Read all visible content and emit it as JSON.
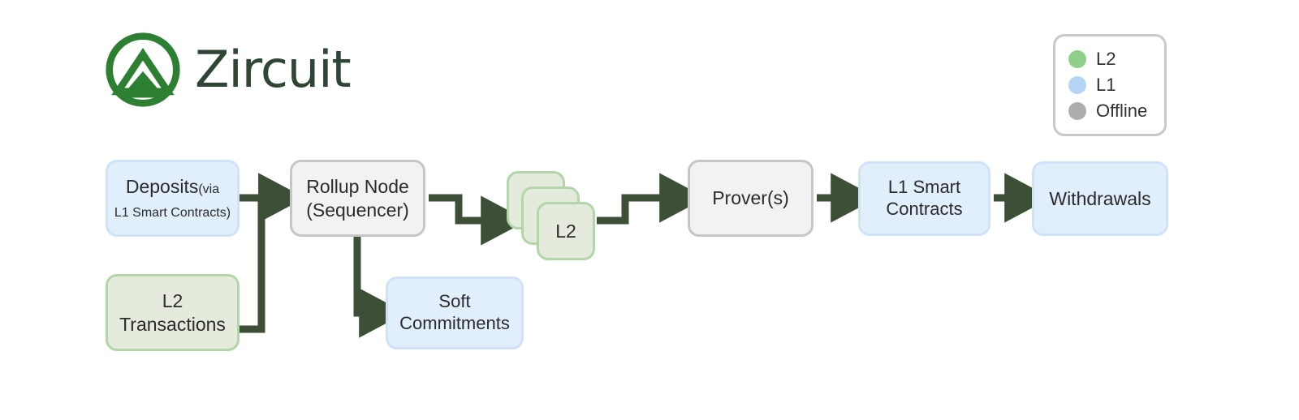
{
  "brand": {
    "name": "Zircuit",
    "logo_icon": "zircuit-mountain-logo",
    "color": "#2d8031",
    "text_color": "#2f4536"
  },
  "legend": {
    "items": [
      {
        "label": "L2",
        "color": "#8fcf8a",
        "dot_icon": "status-dot-icon"
      },
      {
        "label": "L1",
        "color": "#b5d5f5",
        "dot_icon": "status-dot-icon"
      },
      {
        "label": "Offline",
        "color": "#adadad",
        "dot_icon": "status-dot-icon"
      }
    ]
  },
  "diagram": {
    "type": "flowchart",
    "nodes": [
      {
        "id": "deposits",
        "label": "Deposits",
        "sublabel": "(via",
        "line2": "L1 Smart Contracts)",
        "layer": "L1"
      },
      {
        "id": "rollup",
        "label": "Rollup Node",
        "line2": "(Sequencer)",
        "layer": "Offline"
      },
      {
        "id": "l2tx",
        "label": "L2",
        "line2": "Transactions",
        "layer": "L2"
      },
      {
        "id": "soft",
        "label": "Soft",
        "line2": "Commitments",
        "layer": "L1"
      },
      {
        "id": "l2blocks",
        "label": "L2",
        "layer": "L2"
      },
      {
        "id": "prover",
        "label": "Prover(s)",
        "layer": "Offline"
      },
      {
        "id": "l1sc",
        "label": "L1 Smart",
        "line2": "Contracts",
        "layer": "L1"
      },
      {
        "id": "withdrawals",
        "label": "Withdrawals",
        "layer": "L1"
      }
    ],
    "edges": [
      {
        "from": "deposits",
        "to": "rollup"
      },
      {
        "from": "l2tx",
        "to": "rollup"
      },
      {
        "from": "rollup",
        "to": "soft"
      },
      {
        "from": "rollup",
        "to": "l2blocks"
      },
      {
        "from": "l2blocks",
        "to": "prover"
      },
      {
        "from": "prover",
        "to": "l1sc"
      },
      {
        "from": "l1sc",
        "to": "withdrawals"
      }
    ],
    "edge_color": "#3d4f36",
    "colors": {
      "l1_fill": "#e1eefc",
      "l1_border": "#cfe2f7",
      "l2_fill": "#e4ebdd",
      "l2_border": "#b3d6a9",
      "offline_fill": "#f2f2f2",
      "offline_border": "#c6c6c6"
    }
  }
}
